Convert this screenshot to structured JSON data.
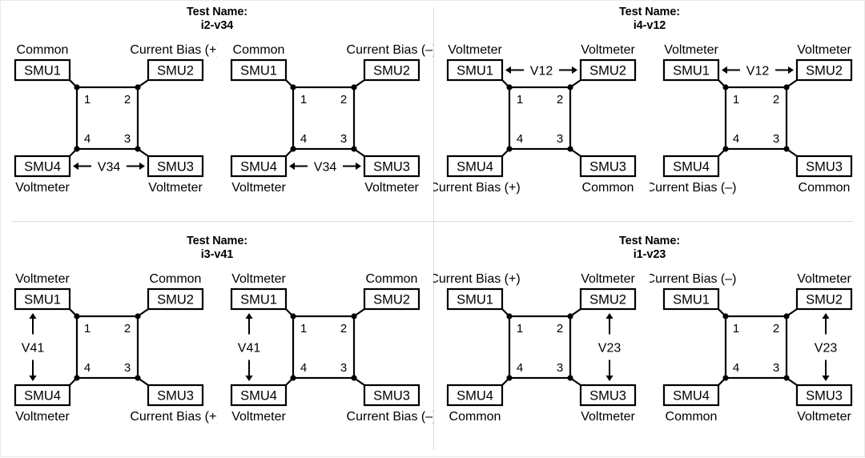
{
  "page": {
    "divider_color": "#d8d8d8",
    "border_color": "#e9e9e9",
    "line_color": "#000000",
    "background": "#ffffff"
  },
  "labels": {
    "test_name_prefix": "Test Name:",
    "node_1": "1",
    "node_2": "2",
    "node_3": "3",
    "node_4": "4",
    "smu1": "SMU1",
    "smu2": "SMU2",
    "smu3": "SMU3",
    "smu4": "SMU4"
  },
  "quadrants": [
    {
      "id": "i2-v34",
      "title_line1": "Test Name:",
      "title_line2": "i2-v34",
      "measurement": "V34",
      "measurement_orientation": "horizontal-bottom",
      "diagrams": [
        {
          "polarity": "+",
          "smu1": "SMU1",
          "smu2": "SMU2",
          "smu3": "SMU3",
          "smu4": "SMU4",
          "role_smu1": "Common",
          "role_smu2": "Current Bias (+)",
          "role_smu3": "Voltmeter",
          "role_smu4": "Voltmeter",
          "measurement": "V34"
        },
        {
          "polarity": "-",
          "smu1": "SMU1",
          "smu2": "SMU2",
          "smu3": "SMU3",
          "smu4": "SMU4",
          "role_smu1": "Common",
          "role_smu2": "Current Bias (–)",
          "role_smu3": "Voltmeter",
          "role_smu4": "Voltmeter",
          "measurement": "V34"
        }
      ]
    },
    {
      "id": "i4-v12",
      "title_line1": "Test Name:",
      "title_line2": "i4-v12",
      "measurement": "V12",
      "measurement_orientation": "horizontal-top",
      "diagrams": [
        {
          "polarity": "+",
          "smu1": "SMU1",
          "smu2": "SMU2",
          "smu3": "SMU3",
          "smu4": "SMU4",
          "role_smu1": "Voltmeter",
          "role_smu2": "Voltmeter",
          "role_smu3": "Common",
          "role_smu4": "Current Bias (+)",
          "measurement": "V12"
        },
        {
          "polarity": "-",
          "smu1": "SMU1",
          "smu2": "SMU2",
          "smu3": "SMU3",
          "smu4": "SMU4",
          "role_smu1": "Voltmeter",
          "role_smu2": "Voltmeter",
          "role_smu3": "Common",
          "role_smu4": "Current Bias (–)",
          "measurement": "V12"
        }
      ]
    },
    {
      "id": "i3-v41",
      "title_line1": "Test Name:",
      "title_line2": "i3-v41",
      "measurement": "V41",
      "measurement_orientation": "vertical-left",
      "diagrams": [
        {
          "polarity": "+",
          "smu1": "SMU1",
          "smu2": "SMU2",
          "smu3": "SMU3",
          "smu4": "SMU4",
          "role_smu1": "Voltmeter",
          "role_smu2": "Common",
          "role_smu3": "Current Bias (+)",
          "role_smu4": "Voltmeter",
          "measurement": "V41"
        },
        {
          "polarity": "-",
          "smu1": "SMU1",
          "smu2": "SMU2",
          "smu3": "SMU3",
          "smu4": "SMU4",
          "role_smu1": "Voltmeter",
          "role_smu2": "Common",
          "role_smu3": "Current Bias (–)",
          "role_smu4": "Voltmeter",
          "measurement": "V41"
        }
      ]
    },
    {
      "id": "i1-v23",
      "title_line1": "Test Name:",
      "title_line2": "i1-v23",
      "measurement": "V23",
      "measurement_orientation": "vertical-right",
      "diagrams": [
        {
          "polarity": "+",
          "smu1": "SMU1",
          "smu2": "SMU2",
          "smu3": "SMU3",
          "smu4": "SMU4",
          "role_smu1": "Current Bias (+)",
          "role_smu2": "Voltmeter",
          "role_smu3": "Voltmeter",
          "role_smu4": "Common",
          "measurement": "V23"
        },
        {
          "polarity": "-",
          "smu1": "SMU1",
          "smu2": "SMU2",
          "smu3": "SMU3",
          "smu4": "SMU4",
          "role_smu1": "Current Bias (–)",
          "role_smu2": "Voltmeter",
          "role_smu3": "Voltmeter",
          "role_smu4": "Common",
          "measurement": "V23"
        }
      ]
    }
  ]
}
